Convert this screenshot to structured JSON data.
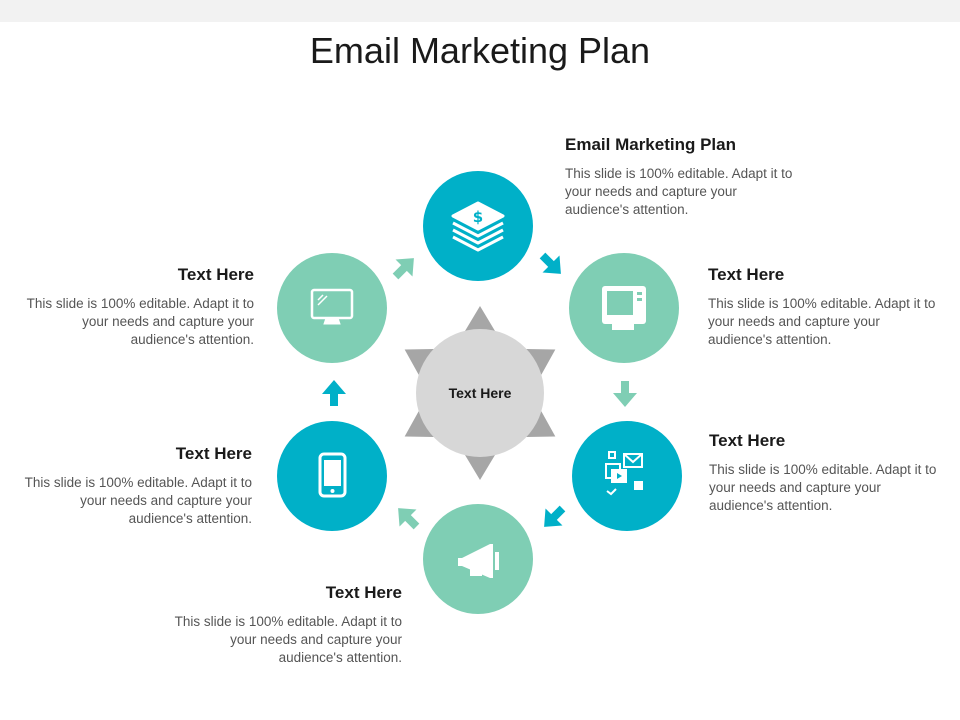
{
  "title": "Email Marketing Plan",
  "center_label": "Text Here",
  "colors": {
    "teal": "#00b0c8",
    "mint": "#7fceb4",
    "grey": "#d7d7d7",
    "arrow_grey": "#a6a6a6"
  },
  "nodes": [
    {
      "id": "top",
      "color": "teal",
      "icon": "money-stack-icon",
      "heading": "Email Marketing Plan",
      "body": "This slide is 100% editable. Adapt it to your needs and capture your audience's attention."
    },
    {
      "id": "upper-right",
      "color": "mint",
      "icon": "computer-icon",
      "heading": "Text Here",
      "body": "This slide is 100% editable. Adapt it to your needs and capture your audience's attention."
    },
    {
      "id": "lower-right",
      "color": "teal",
      "icon": "social-media-icon",
      "heading": "Text Here",
      "body": "This slide is 100% editable. Adapt it to your needs and capture your audience's attention."
    },
    {
      "id": "bottom",
      "color": "mint",
      "icon": "megaphone-icon",
      "heading": "Text Here",
      "body": "This slide is 100% editable. Adapt it to your needs and capture your audience's attention."
    },
    {
      "id": "lower-left",
      "color": "teal",
      "icon": "smartphone-icon",
      "heading": "Text Here",
      "body": "This slide is 100% editable. Adapt it to your needs and capture your audience's attention."
    },
    {
      "id": "upper-left",
      "color": "mint",
      "icon": "monitor-icon",
      "heading": "Text Here",
      "body": "This slide is 100% editable. Adapt it to your needs and capture your audience's attention."
    }
  ]
}
